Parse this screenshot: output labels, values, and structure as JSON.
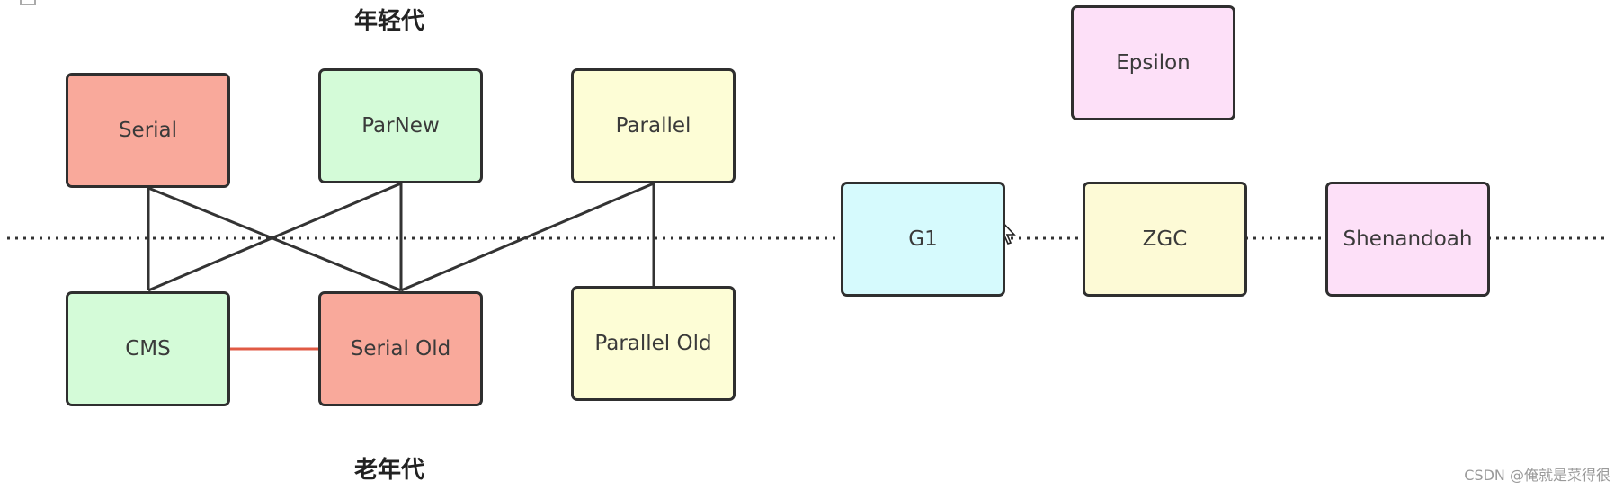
{
  "labels": {
    "young_gen": "年轻代",
    "old_gen": "老年代"
  },
  "nodes": {
    "serial": "Serial",
    "parnew": "ParNew",
    "parallel": "Parallel",
    "cms": "CMS",
    "serial_old": "Serial Old",
    "parallel_old": "Parallel Old",
    "epsilon": "Epsilon",
    "g1": "G1",
    "zgc": "ZGC",
    "shenandoah": "Shenandoah"
  },
  "colors": {
    "serial": "#f9a99b",
    "parnew": "#d4fbd8",
    "parallel": "#fdfdd6",
    "cms": "#d4fbd8",
    "serial_old": "#f9a99b",
    "parallel_old": "#fdfdd6",
    "epsilon": "#fde0f8",
    "g1": "#d6fafd",
    "zgc": "#fdfad6",
    "shenandoah": "#fde0f8",
    "connector": "#333333",
    "fallback_connector": "#e05a44",
    "divider": "#333333"
  },
  "connections": [
    {
      "from": "Serial",
      "to": "CMS"
    },
    {
      "from": "Serial",
      "to": "Serial Old"
    },
    {
      "from": "ParNew",
      "to": "CMS"
    },
    {
      "from": "ParNew",
      "to": "Serial Old"
    },
    {
      "from": "Parallel",
      "to": "Serial Old"
    },
    {
      "from": "Parallel",
      "to": "Parallel Old"
    },
    {
      "from": "CMS",
      "to": "Serial Old"
    }
  ],
  "watermark": "CSDN @俺就是菜得很"
}
